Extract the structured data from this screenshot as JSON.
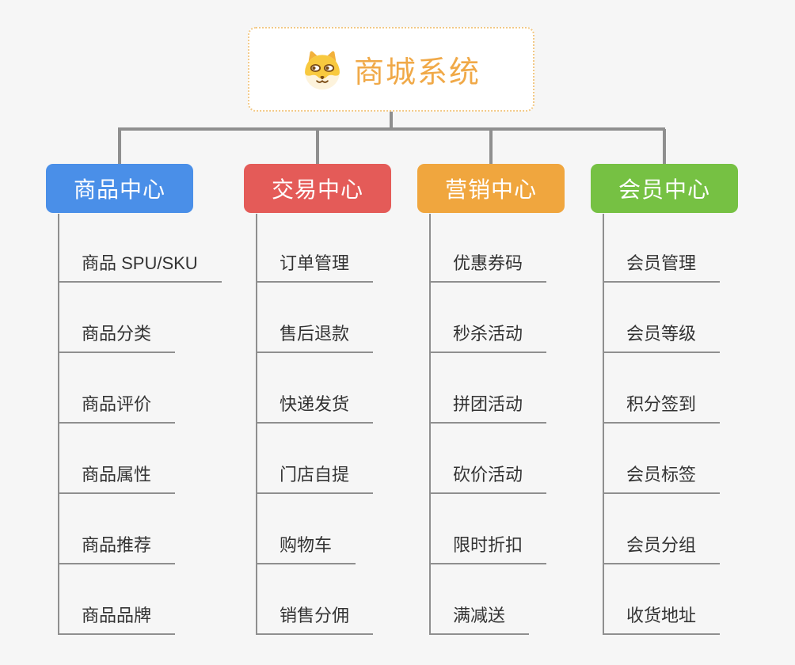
{
  "root": {
    "title": "商城系统",
    "icon": "shiba-dog-icon"
  },
  "branches": [
    {
      "label": "商品中心",
      "color": "#4A8FE8",
      "items": [
        "商品 SPU/SKU",
        "商品分类",
        "商品评价",
        "商品属性",
        "商品推荐",
        "商品品牌"
      ]
    },
    {
      "label": "交易中心",
      "color": "#E45B58",
      "items": [
        "订单管理",
        "售后退款",
        "快递发货",
        "门店自提",
        "购物车",
        "销售分佣"
      ]
    },
    {
      "label": "营销中心",
      "color": "#F0A63E",
      "items": [
        "优惠券码",
        "秒杀活动",
        "拼团活动",
        "砍价活动",
        "限时折扣",
        "满减送"
      ]
    },
    {
      "label": "会员中心",
      "color": "#76C143",
      "items": [
        "会员管理",
        "会员等级",
        "积分签到",
        "会员标签",
        "会员分组",
        "收货地址"
      ]
    }
  ],
  "colors": {
    "background": "#F6F6F6",
    "root_title": "#F0A948",
    "root_border": "#F2C987",
    "connector": "#8F8F8F",
    "item_text": "#333333"
  }
}
